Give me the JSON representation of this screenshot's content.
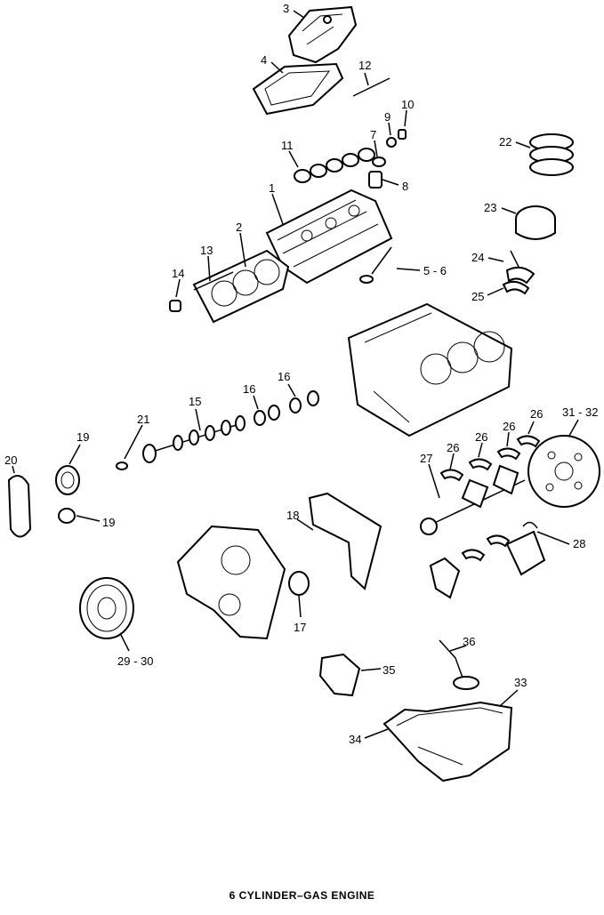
{
  "diagram": {
    "caption": "6 CYLINDER–GAS ENGINE",
    "callouts": [
      {
        "id": "c3",
        "text": "3"
      },
      {
        "id": "c4",
        "text": "4"
      },
      {
        "id": "c12",
        "text": "12"
      },
      {
        "id": "c9",
        "text": "9"
      },
      {
        "id": "c10",
        "text": "10"
      },
      {
        "id": "c11",
        "text": "11"
      },
      {
        "id": "c7",
        "text": "7"
      },
      {
        "id": "c8",
        "text": "8"
      },
      {
        "id": "c22",
        "text": "22"
      },
      {
        "id": "c1",
        "text": "1"
      },
      {
        "id": "c23",
        "text": "23"
      },
      {
        "id": "c2",
        "text": "2"
      },
      {
        "id": "c13",
        "text": "13"
      },
      {
        "id": "c14",
        "text": "14"
      },
      {
        "id": "c5_6",
        "text": "5 - 6"
      },
      {
        "id": "c24",
        "text": "24"
      },
      {
        "id": "c25",
        "text": "25"
      },
      {
        "id": "c16a",
        "text": "16"
      },
      {
        "id": "c16b",
        "text": "16"
      },
      {
        "id": "c15",
        "text": "15"
      },
      {
        "id": "c21",
        "text": "21"
      },
      {
        "id": "c19a",
        "text": "19"
      },
      {
        "id": "c20",
        "text": "20"
      },
      {
        "id": "c19b",
        "text": "19"
      },
      {
        "id": "c26a",
        "text": "26"
      },
      {
        "id": "c26b",
        "text": "26"
      },
      {
        "id": "c26c",
        "text": "26"
      },
      {
        "id": "c26d",
        "text": "26"
      },
      {
        "id": "c27",
        "text": "27"
      },
      {
        "id": "c31_32",
        "text": "31 - 32"
      },
      {
        "id": "c18",
        "text": "18"
      },
      {
        "id": "c28",
        "text": "28"
      },
      {
        "id": "c17",
        "text": "17"
      },
      {
        "id": "c29_30",
        "text": "29 - 30"
      },
      {
        "id": "c36",
        "text": "36"
      },
      {
        "id": "c35",
        "text": "35"
      },
      {
        "id": "c33",
        "text": "33"
      },
      {
        "id": "c34",
        "text": "34"
      }
    ]
  }
}
